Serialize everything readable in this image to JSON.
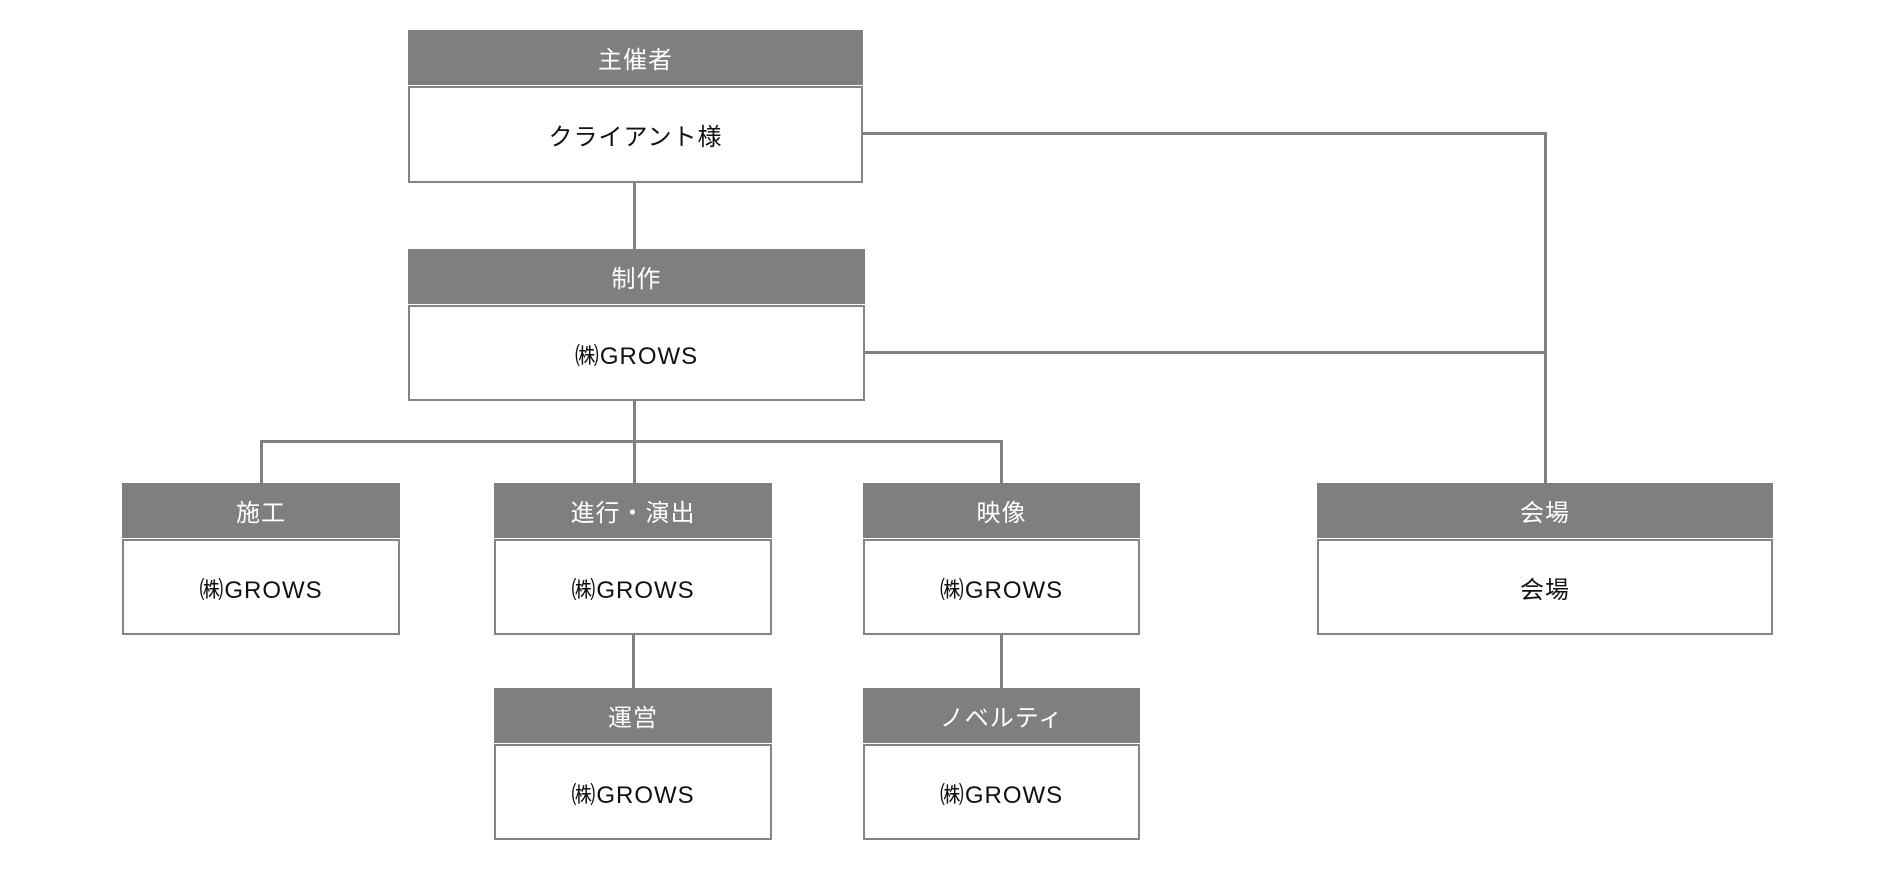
{
  "diagram": {
    "type": "org-chart",
    "colors": {
      "header_bg": "#7f7f7f",
      "header_text": "#ffffff",
      "body_bg": "#ffffff",
      "box_border": "#848484",
      "connector": "#808080",
      "body_text": "#111111",
      "page_bg": "#ffffff"
    },
    "nodes": [
      {
        "id": "organizer",
        "title": "主催者",
        "subtitle": "クライアント様"
      },
      {
        "id": "production",
        "title": "制作",
        "subtitle": "㈱GROWS"
      },
      {
        "id": "construction",
        "title": "施工",
        "subtitle": "㈱GROWS"
      },
      {
        "id": "direction",
        "title": "進行・演出",
        "subtitle": "㈱GROWS"
      },
      {
        "id": "video",
        "title": "映像",
        "subtitle": "㈱GROWS"
      },
      {
        "id": "venue",
        "title": "会場",
        "subtitle": "会場"
      },
      {
        "id": "operation",
        "title": "運営",
        "subtitle": "㈱GROWS"
      },
      {
        "id": "novelty",
        "title": "ノベルティ",
        "subtitle": "㈱GROWS"
      }
    ],
    "edges": [
      {
        "from": "organizer",
        "to": "production"
      },
      {
        "from": "organizer",
        "to": "venue"
      },
      {
        "from": "production",
        "to": "venue"
      },
      {
        "from": "production",
        "to": "construction"
      },
      {
        "from": "production",
        "to": "direction"
      },
      {
        "from": "production",
        "to": "video"
      },
      {
        "from": "direction",
        "to": "operation"
      },
      {
        "from": "video",
        "to": "novelty"
      }
    ]
  }
}
